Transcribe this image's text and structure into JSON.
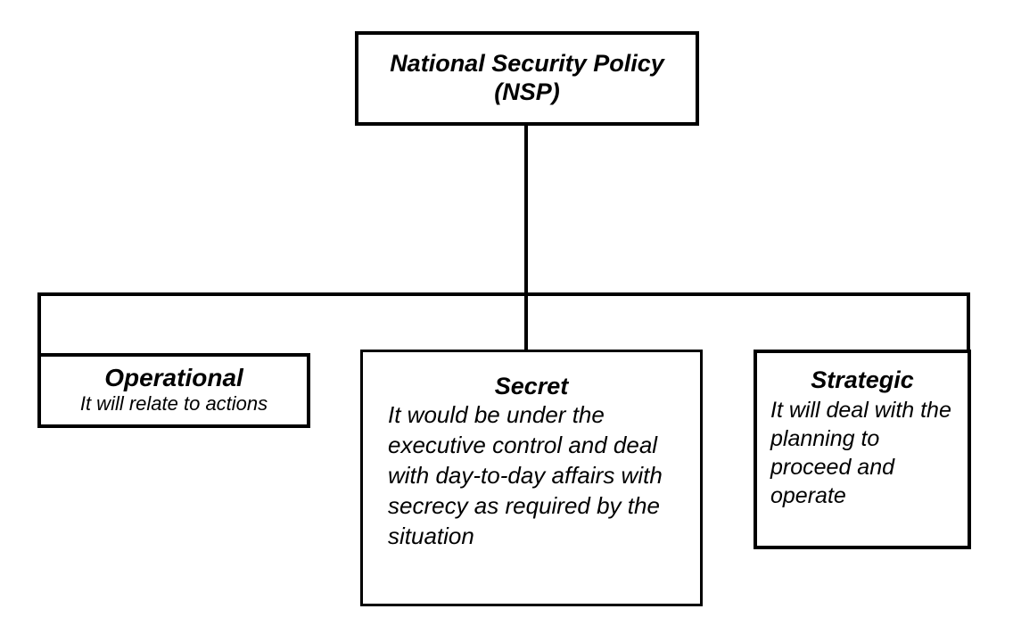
{
  "diagram": {
    "root": {
      "lines": [
        "National Security Policy",
        "(NSP)"
      ]
    },
    "children": [
      {
        "title": "Operational",
        "desc": "It will relate to actions"
      },
      {
        "title": "Secret",
        "desc": "It would be under the executive control and deal with day-to-day affairs with secrecy as required by the situation"
      },
      {
        "title": "Strategic",
        "desc": "It will deal with the planning to proceed and operate"
      }
    ],
    "colors": {
      "border": "#000000",
      "background": "#ffffff",
      "text": "#000000"
    }
  }
}
